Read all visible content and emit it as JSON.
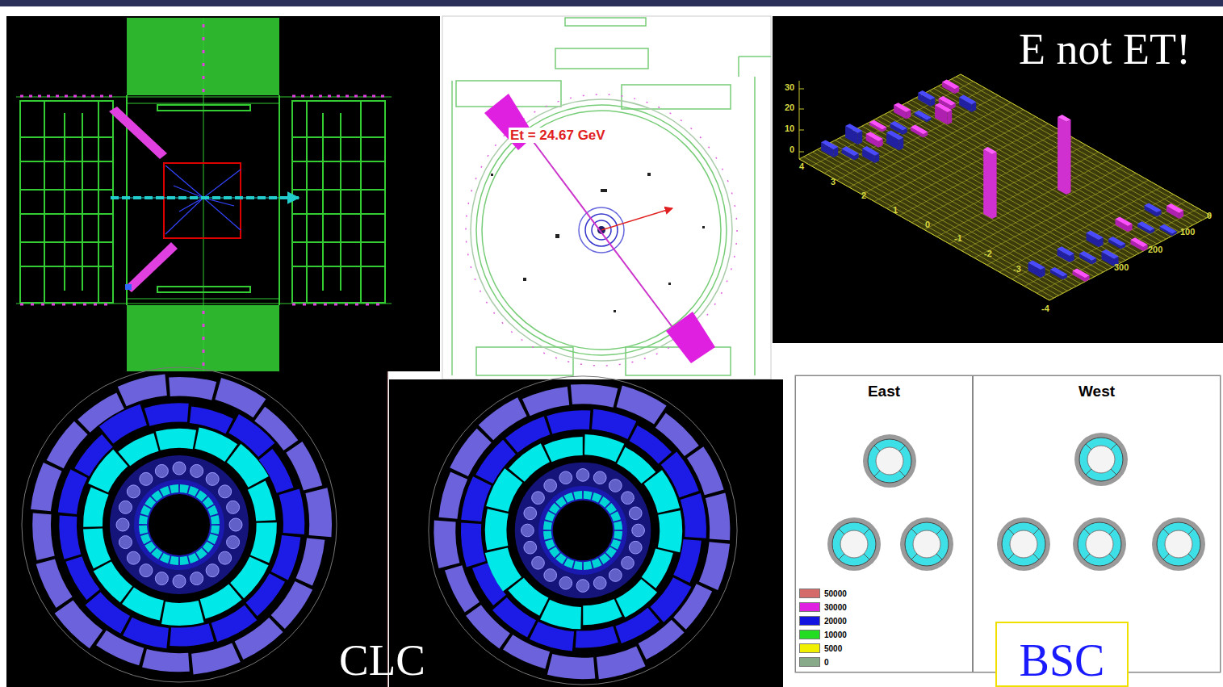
{
  "diagram": {
    "nodes": [
      {
        "text": [
          "East"
        ]
      },
      {
        "text": [
          "West"
        ]
      },
      {
        "text": [
          "BSC"
        ]
      }
    ],
    "labels": [
      "E not ET!",
      "Et = 24.67 GeV",
      "CLC",
      "30",
      "20",
      "10",
      "0",
      "4",
      "3",
      "2",
      "1",
      "0",
      "-1",
      "-2",
      "-3",
      "-4",
      "0",
      "100",
      "200",
      "300"
    ],
    "legend": [
      {
        "text": "50000",
        "color": "#d46a6a"
      },
      {
        "text": "30000",
        "color": "#e020e0"
      },
      {
        "text": "20000",
        "color": "#1414e0"
      },
      {
        "text": "10000",
        "color": "#22dd22"
      },
      {
        "text": "5000",
        "color": "#f0f000"
      },
      {
        "text": "0",
        "color": "#88aa88"
      }
    ]
  }
}
